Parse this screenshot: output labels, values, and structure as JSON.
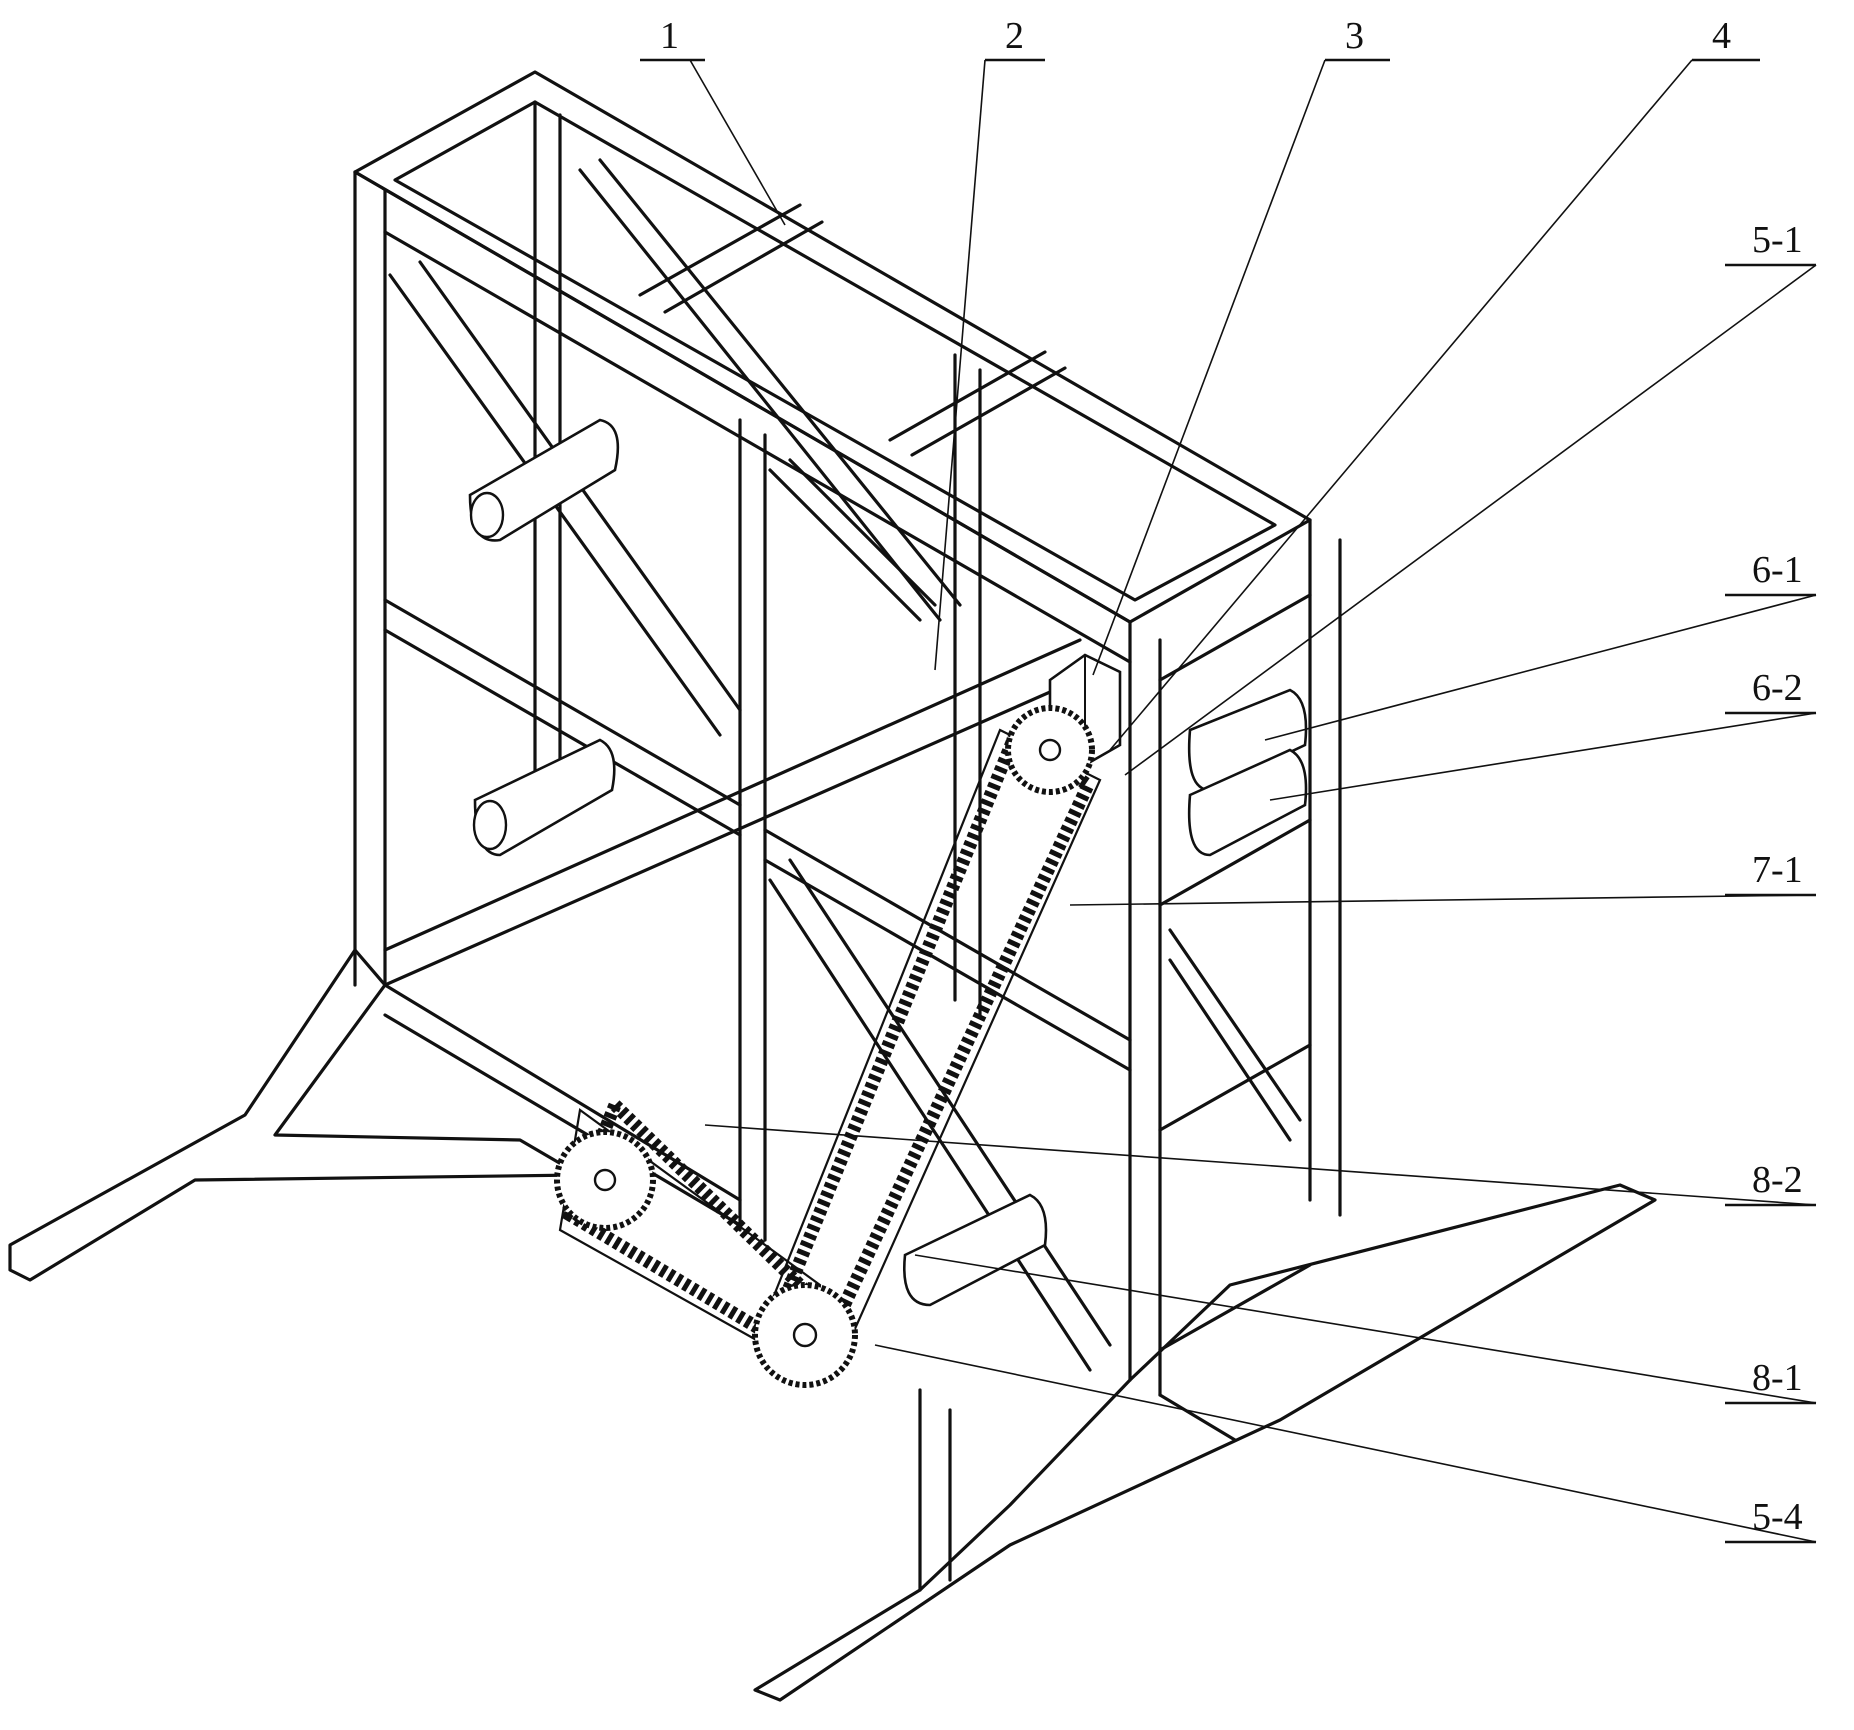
{
  "figure": {
    "labels": {
      "part_1": "1",
      "part_2": "2",
      "part_3": "3",
      "part_4": "4",
      "part_5_1": "5-1",
      "part_6_1": "6-1",
      "part_6_2": "6-2",
      "part_7_1": "7-1",
      "part_8_2": "8-2",
      "part_8_1": "8-1",
      "part_5_4": "5-4"
    }
  }
}
